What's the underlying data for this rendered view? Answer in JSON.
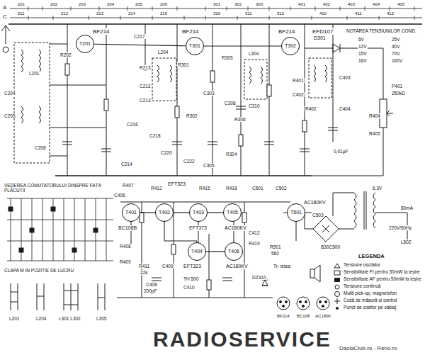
{
  "diagram": {
    "nodes": [
      {
        "text": [
          "T201"
        ]
      },
      {
        "text": [
          "T301"
        ]
      },
      {
        "text": [
          "T302"
        ]
      },
      {
        "text": [
          "T401"
        ]
      },
      {
        "text": [
          "T402"
        ]
      },
      {
        "text": [
          "T403"
        ]
      },
      {
        "text": [
          "T405"
        ]
      },
      {
        "text": [
          "T501"
        ]
      },
      {
        "text": [
          "T404"
        ]
      },
      {
        "text": [
          "T406"
        ]
      }
    ],
    "edges": [
      {
        "from": 0,
        "to": 1,
        "arrow": "none"
      },
      {
        "from": 1,
        "to": 2,
        "arrow": "none"
      },
      {
        "from": 3,
        "to": 4,
        "arrow": "none"
      },
      {
        "from": 4,
        "to": 5,
        "arrow": "none"
      },
      {
        "from": 5,
        "to": 6,
        "arrow": "none"
      },
      {
        "from": 8,
        "to": 9,
        "arrow": "none"
      }
    ],
    "labels": [
      "A",
      "C",
      "201",
      "202",
      "203",
      "204",
      "205",
      "206",
      "301",
      "302",
      "303",
      "401",
      "402",
      "403",
      "404",
      "405",
      "211",
      "212",
      "213",
      "214",
      "216",
      "310",
      "311",
      "312",
      "410",
      "411",
      "412",
      "BF214",
      "BF214",
      "BF214",
      "EFD107",
      "D301",
      "NOTAREA TENSIUNILOR COND.",
      "6V",
      "25V",
      "12V",
      "40V",
      "15V",
      "70V",
      "16V",
      "160V",
      "R202",
      "L201",
      "C204",
      "C205",
      "C208",
      "R213",
      "C217",
      "L204",
      "C212",
      "C213",
      "C216",
      "C218",
      "C214",
      "C220",
      "C222",
      "R301",
      "R302",
      "C303",
      "C305",
      "R304",
      "R305",
      "C308",
      "R306",
      "L304",
      "C310",
      "R401",
      "C402",
      "R402",
      "C403",
      "C404",
      "P401",
      "250kΩ",
      "R404",
      "R405",
      "0,01µF",
      "VEDEREA COMUTATORULUI DINSPRE FAȚA PLĂCUȚII",
      "CLAPA M IN POZIȚIE DE LUCRU",
      "L201",
      "L204",
      "L301 L302",
      "L305",
      "R407",
      "C406",
      "BC108B",
      "R408",
      "R409",
      "R412",
      "EFT323",
      "R415",
      "R418",
      "EFT373",
      "AC180KV",
      "R411",
      "22k",
      "C408",
      "200pF",
      "C409",
      "TH 500",
      "EFT323",
      "AC180KV",
      "C410",
      "C412",
      "R419",
      "R501",
      "560",
      "C501",
      "C502",
      "AC180KV",
      "C503",
      "B30C500",
      "6,3V",
      "80mA",
      "220V/50Hz",
      "L502",
      "DZ310",
      "Tr. rețea",
      "LEGENDA",
      "BF214",
      "BC108",
      "AC180K",
      "RADIOSERVICE",
      "DaciaClub.ro - Reno.ro"
    ],
    "legend": [
      {
        "text": "Tensiune oscilator"
      },
      {
        "text": "Sensibilitate FI pentru 50mW la ieșire"
      },
      {
        "text": "Sensibilitate AF pentru 50mW la ieșire"
      },
      {
        "text": "Tensiune continuă"
      },
      {
        "text": "Mufă pick-up, magnetofon"
      },
      {
        "text": "Cosă de măsură și control"
      },
      {
        "text": "Punct de cositor pe cablaj"
      }
    ]
  }
}
